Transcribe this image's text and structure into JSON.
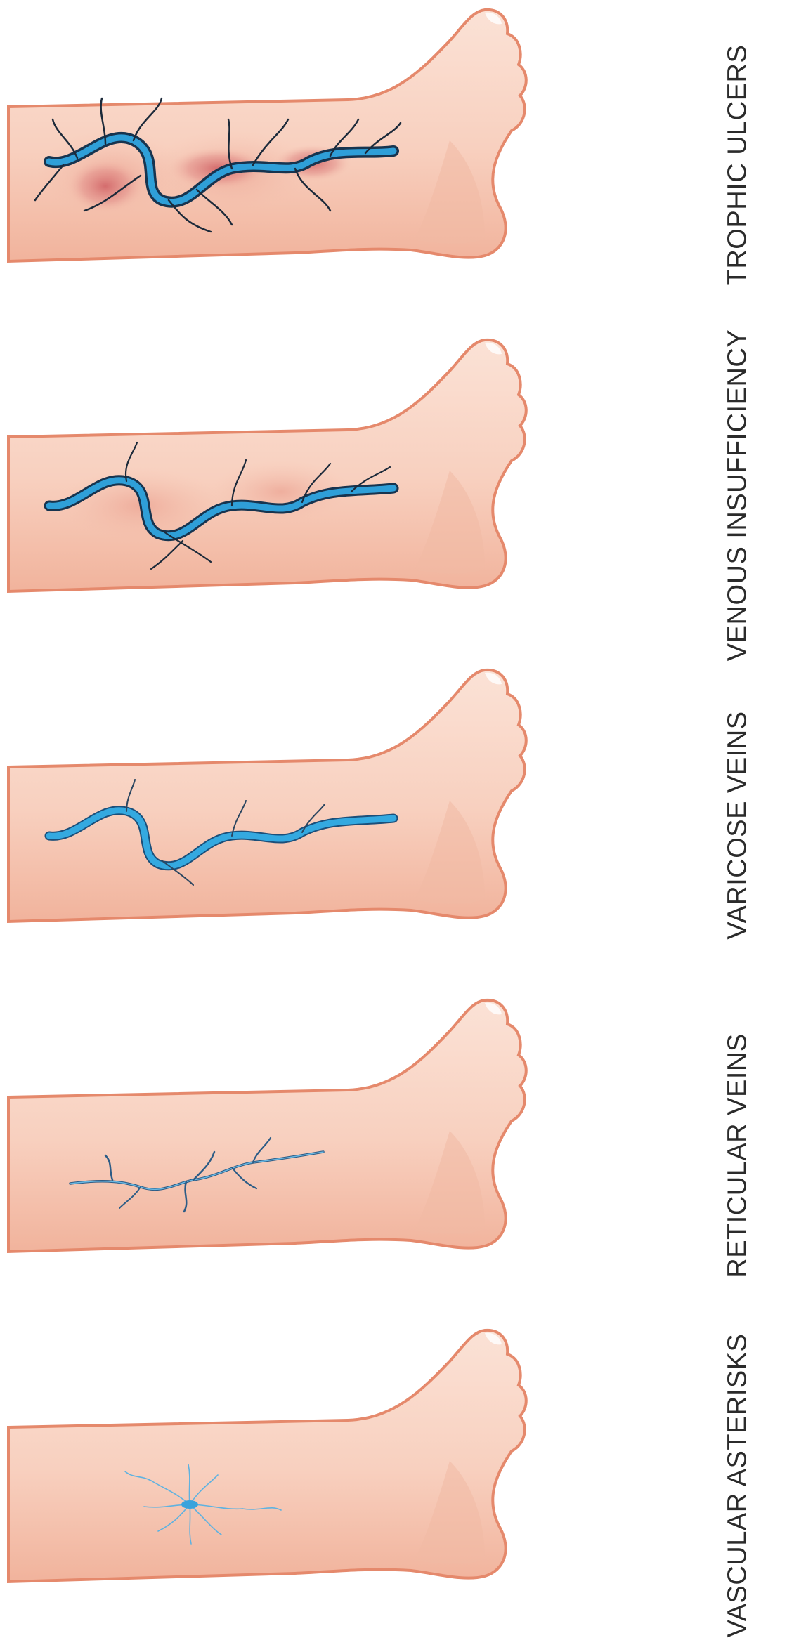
{
  "stages": [
    {
      "label": "TROPHIC ULCERS"
    },
    {
      "label": "VENOUS INSUFFICIENCY"
    },
    {
      "label": "VARICOSE VEINS"
    },
    {
      "label": "RETICULAR VEINS"
    },
    {
      "label": "VASCULAR ASTERISKS"
    }
  ],
  "colors": {
    "skin": "#f9d3c3",
    "skin_shadow": "#eba58d",
    "outline": "#e07a5c",
    "vein_light": "#2f9fd8",
    "vein_dark": "#17344f",
    "ulcer": "#d9787a",
    "text": "#2b2b2b"
  }
}
